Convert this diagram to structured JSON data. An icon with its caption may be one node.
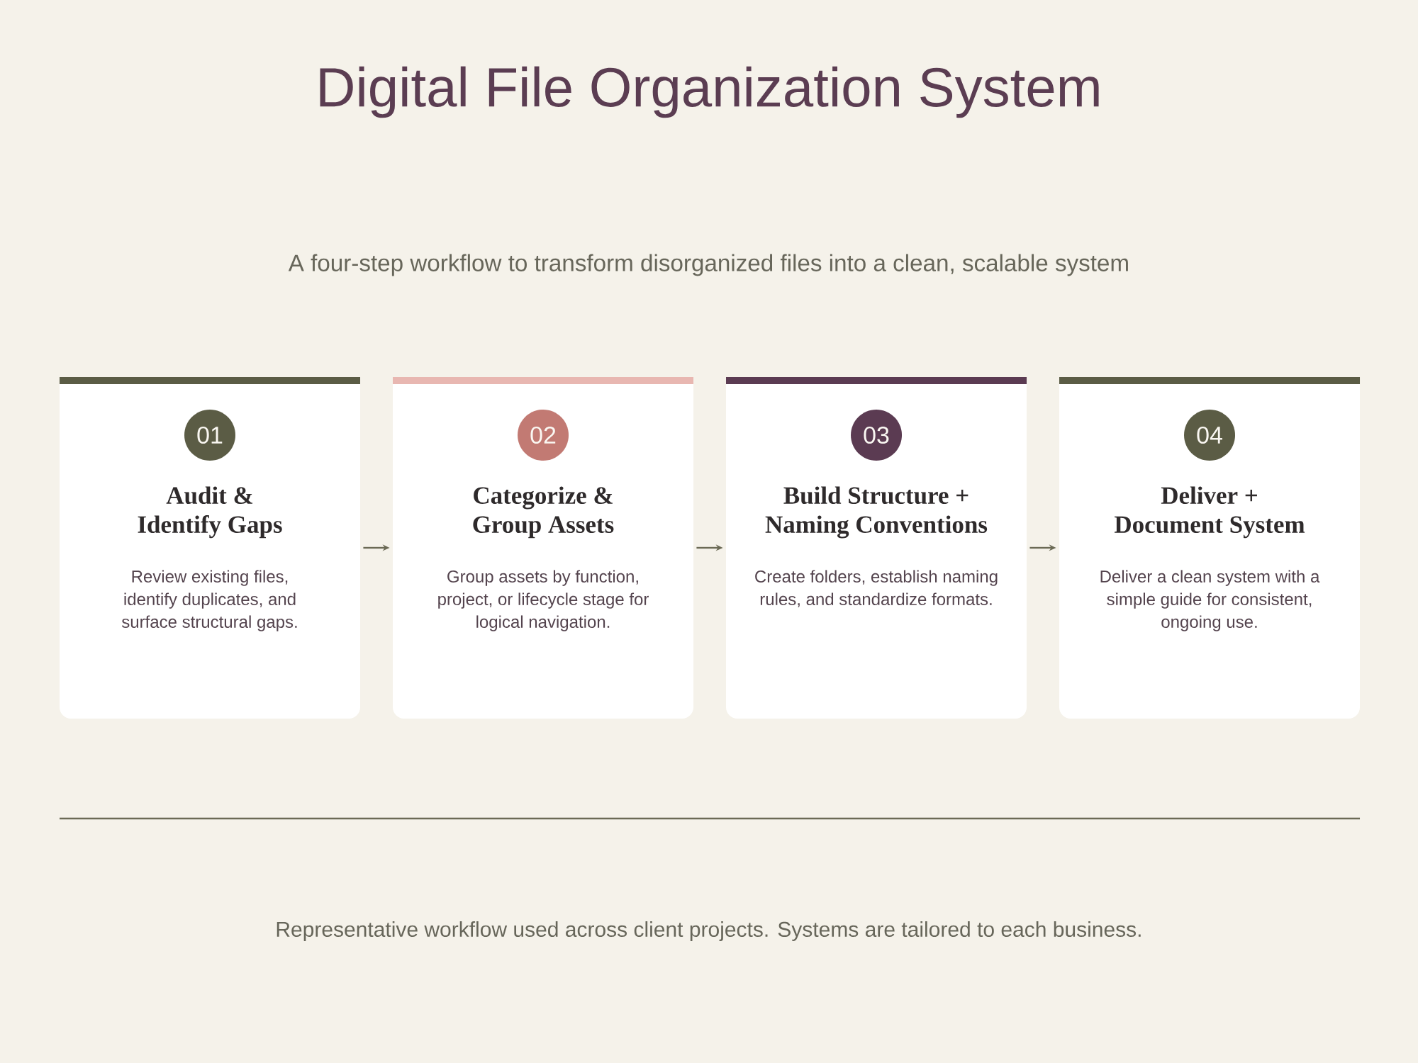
{
  "diagram": {
    "title": "Digital File Organization System",
    "labels": [
      "A four-step workflow to transform disorganized files into a clean, scalable system"
    ],
    "nodes": [
      {
        "text": [
          "Audit & Identify Gaps",
          "Review existing files, identify duplicates, and surface structural gaps."
        ]
      },
      {
        "text": [
          "01"
        ],
        "in": 0
      },
      {
        "text": [
          "Categorize & Group Assets",
          "Group assets by function, project, or lifecycle stage for logical navigation."
        ]
      },
      {
        "text": [
          "02"
        ],
        "in": 2
      },
      {
        "text": [
          "Build Structure + Naming Conventions",
          "Create folders, establish naming rules, and standardize formats."
        ]
      },
      {
        "text": [
          "03"
        ],
        "in": 4
      },
      {
        "text": [
          "Deliver + Document System",
          "Deliver a clean system with a simple guide for consistent, ongoing use."
        ]
      },
      {
        "text": [
          "04"
        ],
        "in": 6
      }
    ],
    "edges": [
      {
        "from": 0,
        "to": 2,
        "arrow": "to"
      },
      {
        "from": 2,
        "to": 4,
        "arrow": "to"
      },
      {
        "from": 4,
        "to": 6,
        "arrow": "to"
      }
    ],
    "caption": "Representative workflow used across client projects. Systems are tailored to each business."
  }
}
